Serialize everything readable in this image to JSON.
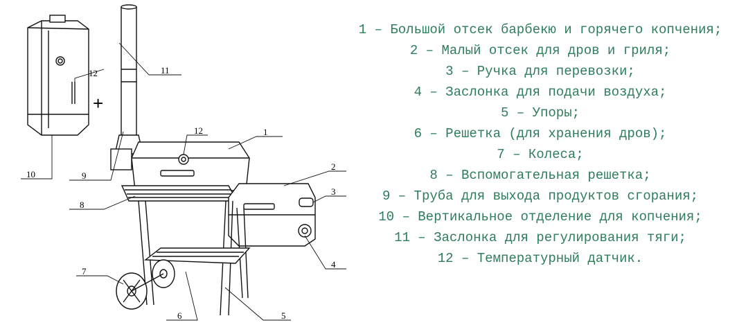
{
  "callouts": [
    {
      "id": "c1",
      "label": "1"
    },
    {
      "id": "c2",
      "label": "2"
    },
    {
      "id": "c3",
      "label": "3"
    },
    {
      "id": "c4",
      "label": "4"
    },
    {
      "id": "c5",
      "label": "5"
    },
    {
      "id": "c6",
      "label": "6"
    },
    {
      "id": "c7",
      "label": "7"
    },
    {
      "id": "c8",
      "label": "8"
    },
    {
      "id": "c9",
      "label": "9"
    },
    {
      "id": "c10",
      "label": "10"
    },
    {
      "id": "c11",
      "label": "11"
    },
    {
      "id": "c12a",
      "label": "12"
    },
    {
      "id": "c12b",
      "label": "12"
    }
  ],
  "plus_sign": "+",
  "legend": [
    "1 – Большой отсек барбекю и горячего копчения;",
    "2 – Малый отсек для дров и гриля;",
    "3 – Ручка для перевозки;",
    "4 – Заслонка для подачи воздуха;",
    "5 – Упоры;",
    "6 – Решетка (для хранения дров);",
    "7 – Колеса;",
    "8 – Вспомогательная решетка;",
    "9 – Труба для выхода продуктов сгорания;",
    "10 – Вертикальное отделение для копчения;",
    "11 – Заслонка для регулирования тяги;",
    "12 – Температурный датчик."
  ]
}
